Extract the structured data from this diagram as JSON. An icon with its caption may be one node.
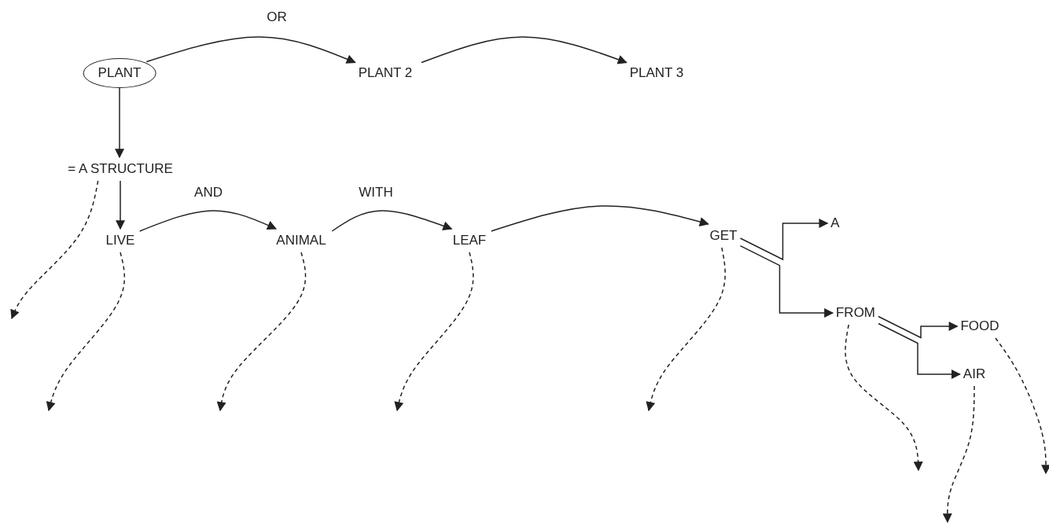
{
  "diagram": {
    "nodes": [
      {
        "text": [
          "PLANT"
        ]
      },
      {
        "text": [
          "PLANT 2"
        ]
      },
      {
        "text": [
          "PLANT 3"
        ]
      },
      {
        "text": [
          "= A STRUCTURE"
        ]
      },
      {
        "text": [
          "LIVE"
        ]
      },
      {
        "text": [
          "ANIMAL"
        ]
      },
      {
        "text": [
          "LEAF"
        ]
      },
      {
        "text": [
          "GET"
        ]
      },
      {
        "text": [
          "A"
        ]
      },
      {
        "text": [
          "FROM"
        ]
      },
      {
        "text": [
          "FOOD"
        ]
      },
      {
        "text": [
          "AIR"
        ]
      }
    ],
    "edges": [
      {
        "from": 0,
        "to": 1,
        "arrow": "to",
        "label": "OR"
      },
      {
        "from": 1,
        "to": 2,
        "arrow": "to"
      },
      {
        "from": 0,
        "to": 3,
        "arrow": "to"
      },
      {
        "from": 3,
        "to": 4,
        "arrow": "to"
      },
      {
        "from": 4,
        "to": 5,
        "arrow": "to",
        "label": "AND"
      },
      {
        "from": 5,
        "to": 6,
        "arrow": "to",
        "label": "WITH"
      },
      {
        "from": 6,
        "to": 7,
        "arrow": "to"
      },
      {
        "from": 7,
        "to": 8,
        "arrow": "to"
      },
      {
        "from": 7,
        "to": 9,
        "arrow": "to"
      },
      {
        "from": 9,
        "to": 10,
        "arrow": "to"
      },
      {
        "from": 9,
        "to": 11,
        "arrow": "to"
      },
      {
        "from": 3,
        "to": null,
        "arrow": "to",
        "style": "dashed"
      },
      {
        "from": 4,
        "to": null,
        "arrow": "to",
        "style": "dashed"
      },
      {
        "from": 5,
        "to": null,
        "arrow": "to",
        "style": "dashed"
      },
      {
        "from": 6,
        "to": null,
        "arrow": "to",
        "style": "dashed"
      },
      {
        "from": 7,
        "to": null,
        "arrow": "to",
        "style": "dashed"
      },
      {
        "from": 9,
        "to": null,
        "arrow": "to",
        "style": "dashed"
      },
      {
        "from": 11,
        "to": null,
        "arrow": "to",
        "style": "dashed"
      },
      {
        "from": 10,
        "to": null,
        "arrow": "to",
        "style": "dashed"
      }
    ]
  }
}
